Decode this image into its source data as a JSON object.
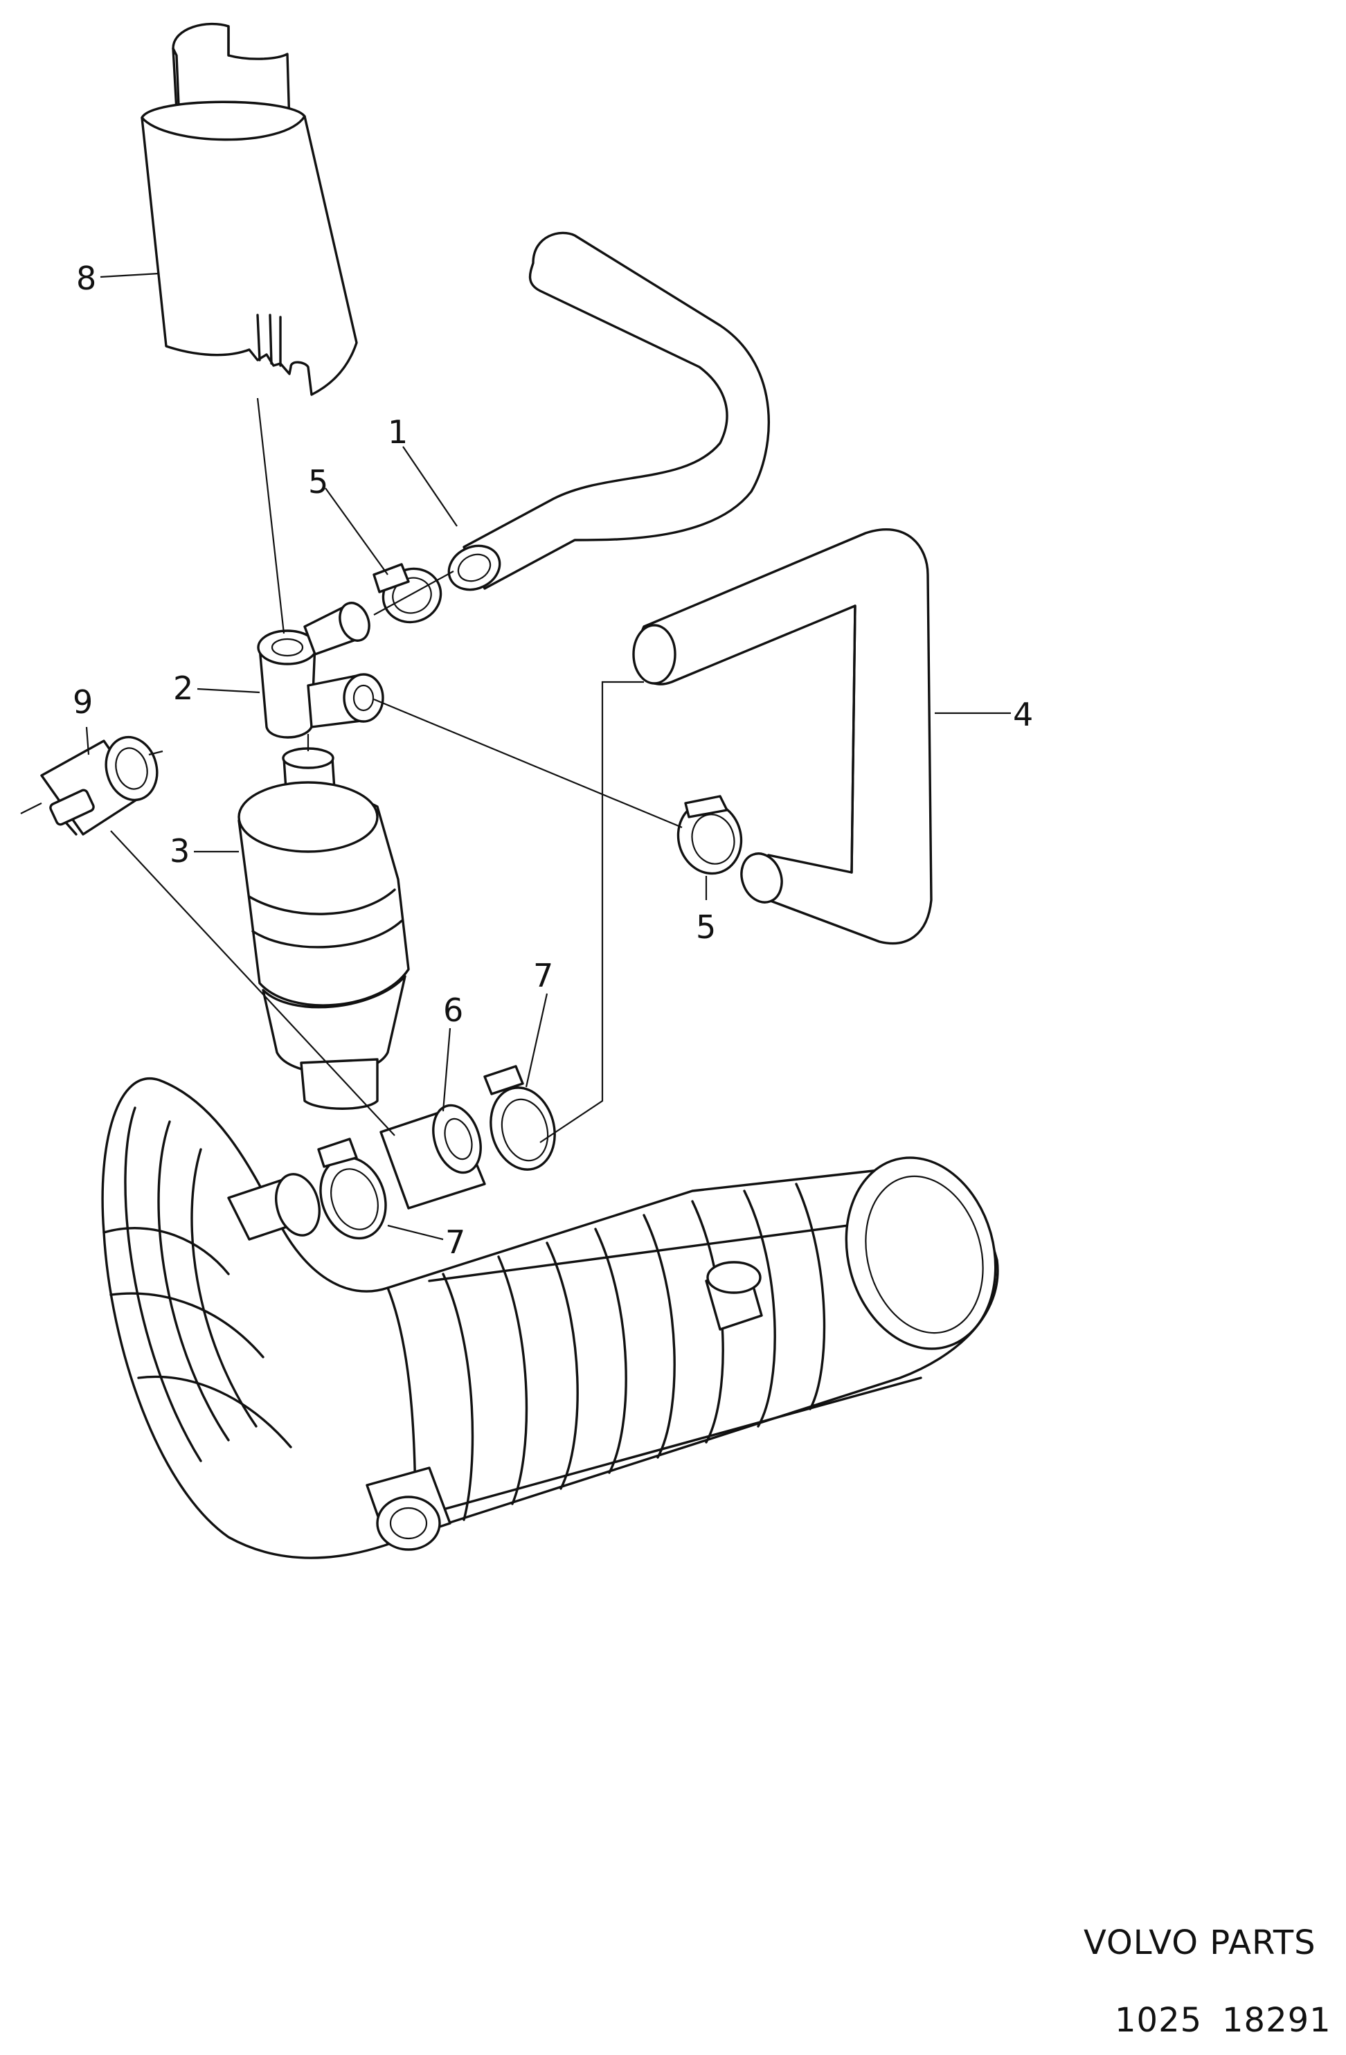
{
  "callouts": {
    "c1": "1",
    "c2": "2",
    "c3": "3",
    "c4": "4",
    "c5a": "5",
    "c5b": "5",
    "c6": "6",
    "c7a": "7",
    "c7b": "7",
    "c8": "8",
    "c9": "9"
  },
  "footer": {
    "brand": "VOLVO PARTS",
    "code": "1025",
    "ref": "18291"
  }
}
